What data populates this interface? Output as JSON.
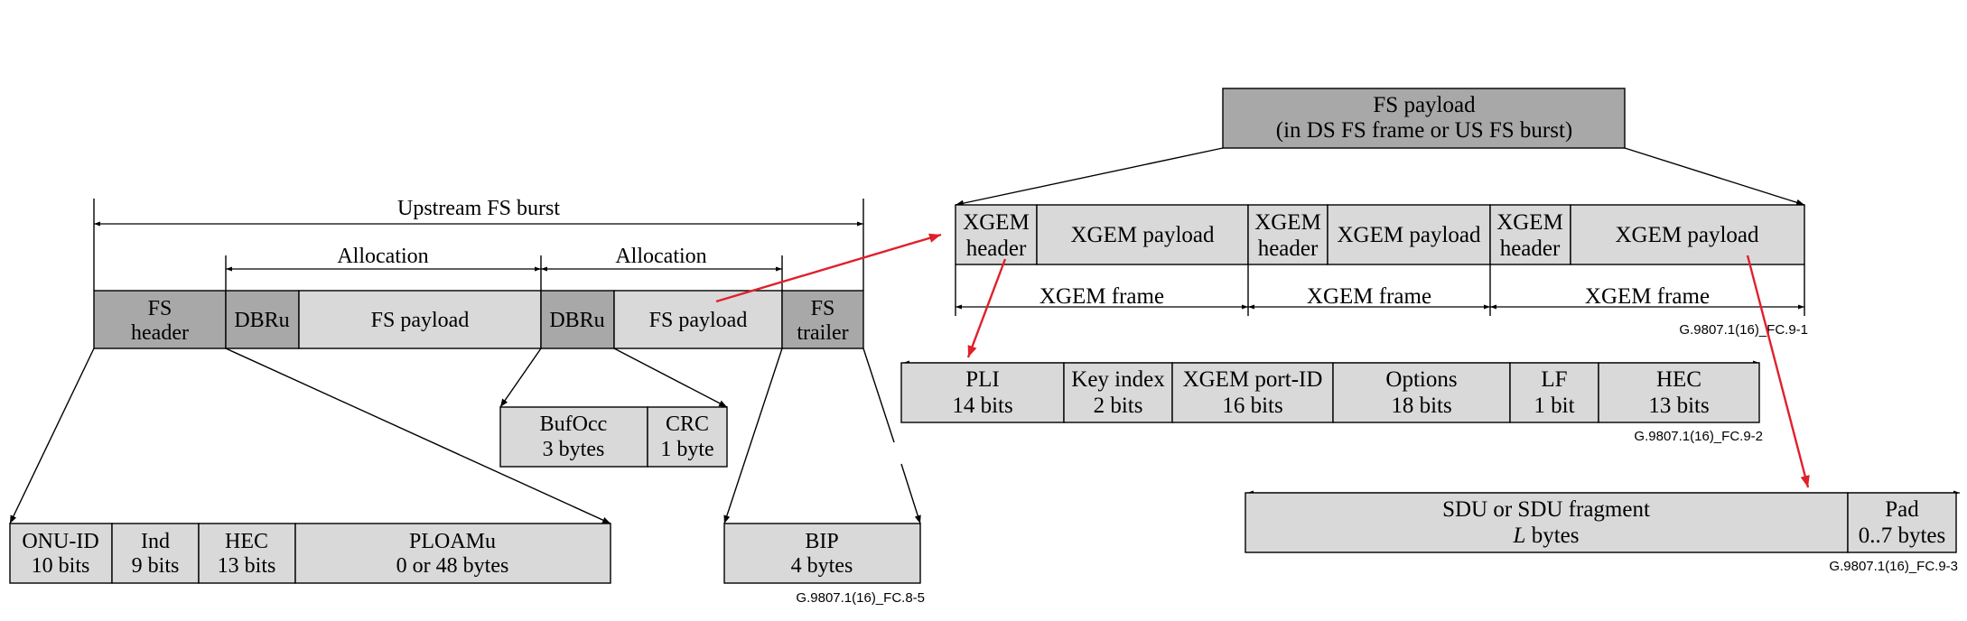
{
  "fig85": {
    "burst_label": "Upstream FS burst",
    "allocation_1": "Allocation",
    "allocation_2": "Allocation",
    "fs_header_1": "FS",
    "fs_header_2": "header",
    "dbru_1": "DBRu",
    "fs_payload_1": "FS payload",
    "dbru_2": "DBRu",
    "fs_payload_2": "FS payload",
    "fs_trailer_1": "FS",
    "fs_trailer_2": "trailer",
    "bufocc_1": "BufOcc",
    "bufocc_2": "3 bytes",
    "crc_1": "CRC",
    "crc_2": "1 byte",
    "onuid_1": "ONU-ID",
    "onuid_2": "10 bits",
    "ind_1": "Ind",
    "ind_2": "9 bits",
    "hec_1": "HEC",
    "hec_2": "13 bits",
    "ploamu_1": "PLOAMu",
    "ploamu_2": "0 or 48 bytes",
    "bip_1": "BIP",
    "bip_2": "4 bytes",
    "figure_id": "G.9807.1(16)_FC.8-5"
  },
  "fig91": {
    "payload_1": "FS payload",
    "payload_2": "(in DS FS frame or US FS burst)",
    "hdr_a_1": "XGEM",
    "hdr_a_2": "header",
    "pay_a": "XGEM payload",
    "hdr_b_1": "XGEM",
    "hdr_b_2": "header",
    "pay_b": "XGEM payload",
    "hdr_c_1": "XGEM",
    "hdr_c_2": "header",
    "pay_c": "XGEM payload",
    "frame_a": "XGEM frame",
    "frame_b": "XGEM frame",
    "frame_c": "XGEM frame",
    "figure_id": "G.9807.1(16)_FC.9-1"
  },
  "fig92": {
    "pli_1": "PLI",
    "pli_2": "14 bits",
    "key_1": "Key index",
    "key_2": "2 bits",
    "port_1": "XGEM port-ID",
    "port_2": "16 bits",
    "opt_1": "Options",
    "opt_2": "18 bits",
    "lf_1": "LF",
    "lf_2": "1 bit",
    "hec_1": "HEC",
    "hec_2": "13 bits",
    "figure_id": "G.9807.1(16)_FC.9-2"
  },
  "fig93": {
    "sdu_1": "SDU or SDU fragment",
    "sdu_2_var": "L",
    "sdu_2_rest": " bytes",
    "pad_1": "Pad",
    "pad_2": "0..7 bytes",
    "figure_id": "G.9807.1(16)_FC.9-3"
  },
  "colors": {
    "dark_field": "#a8a8a8",
    "light_field": "#d9d9d9",
    "highlight_arrow": "#e0202a"
  }
}
